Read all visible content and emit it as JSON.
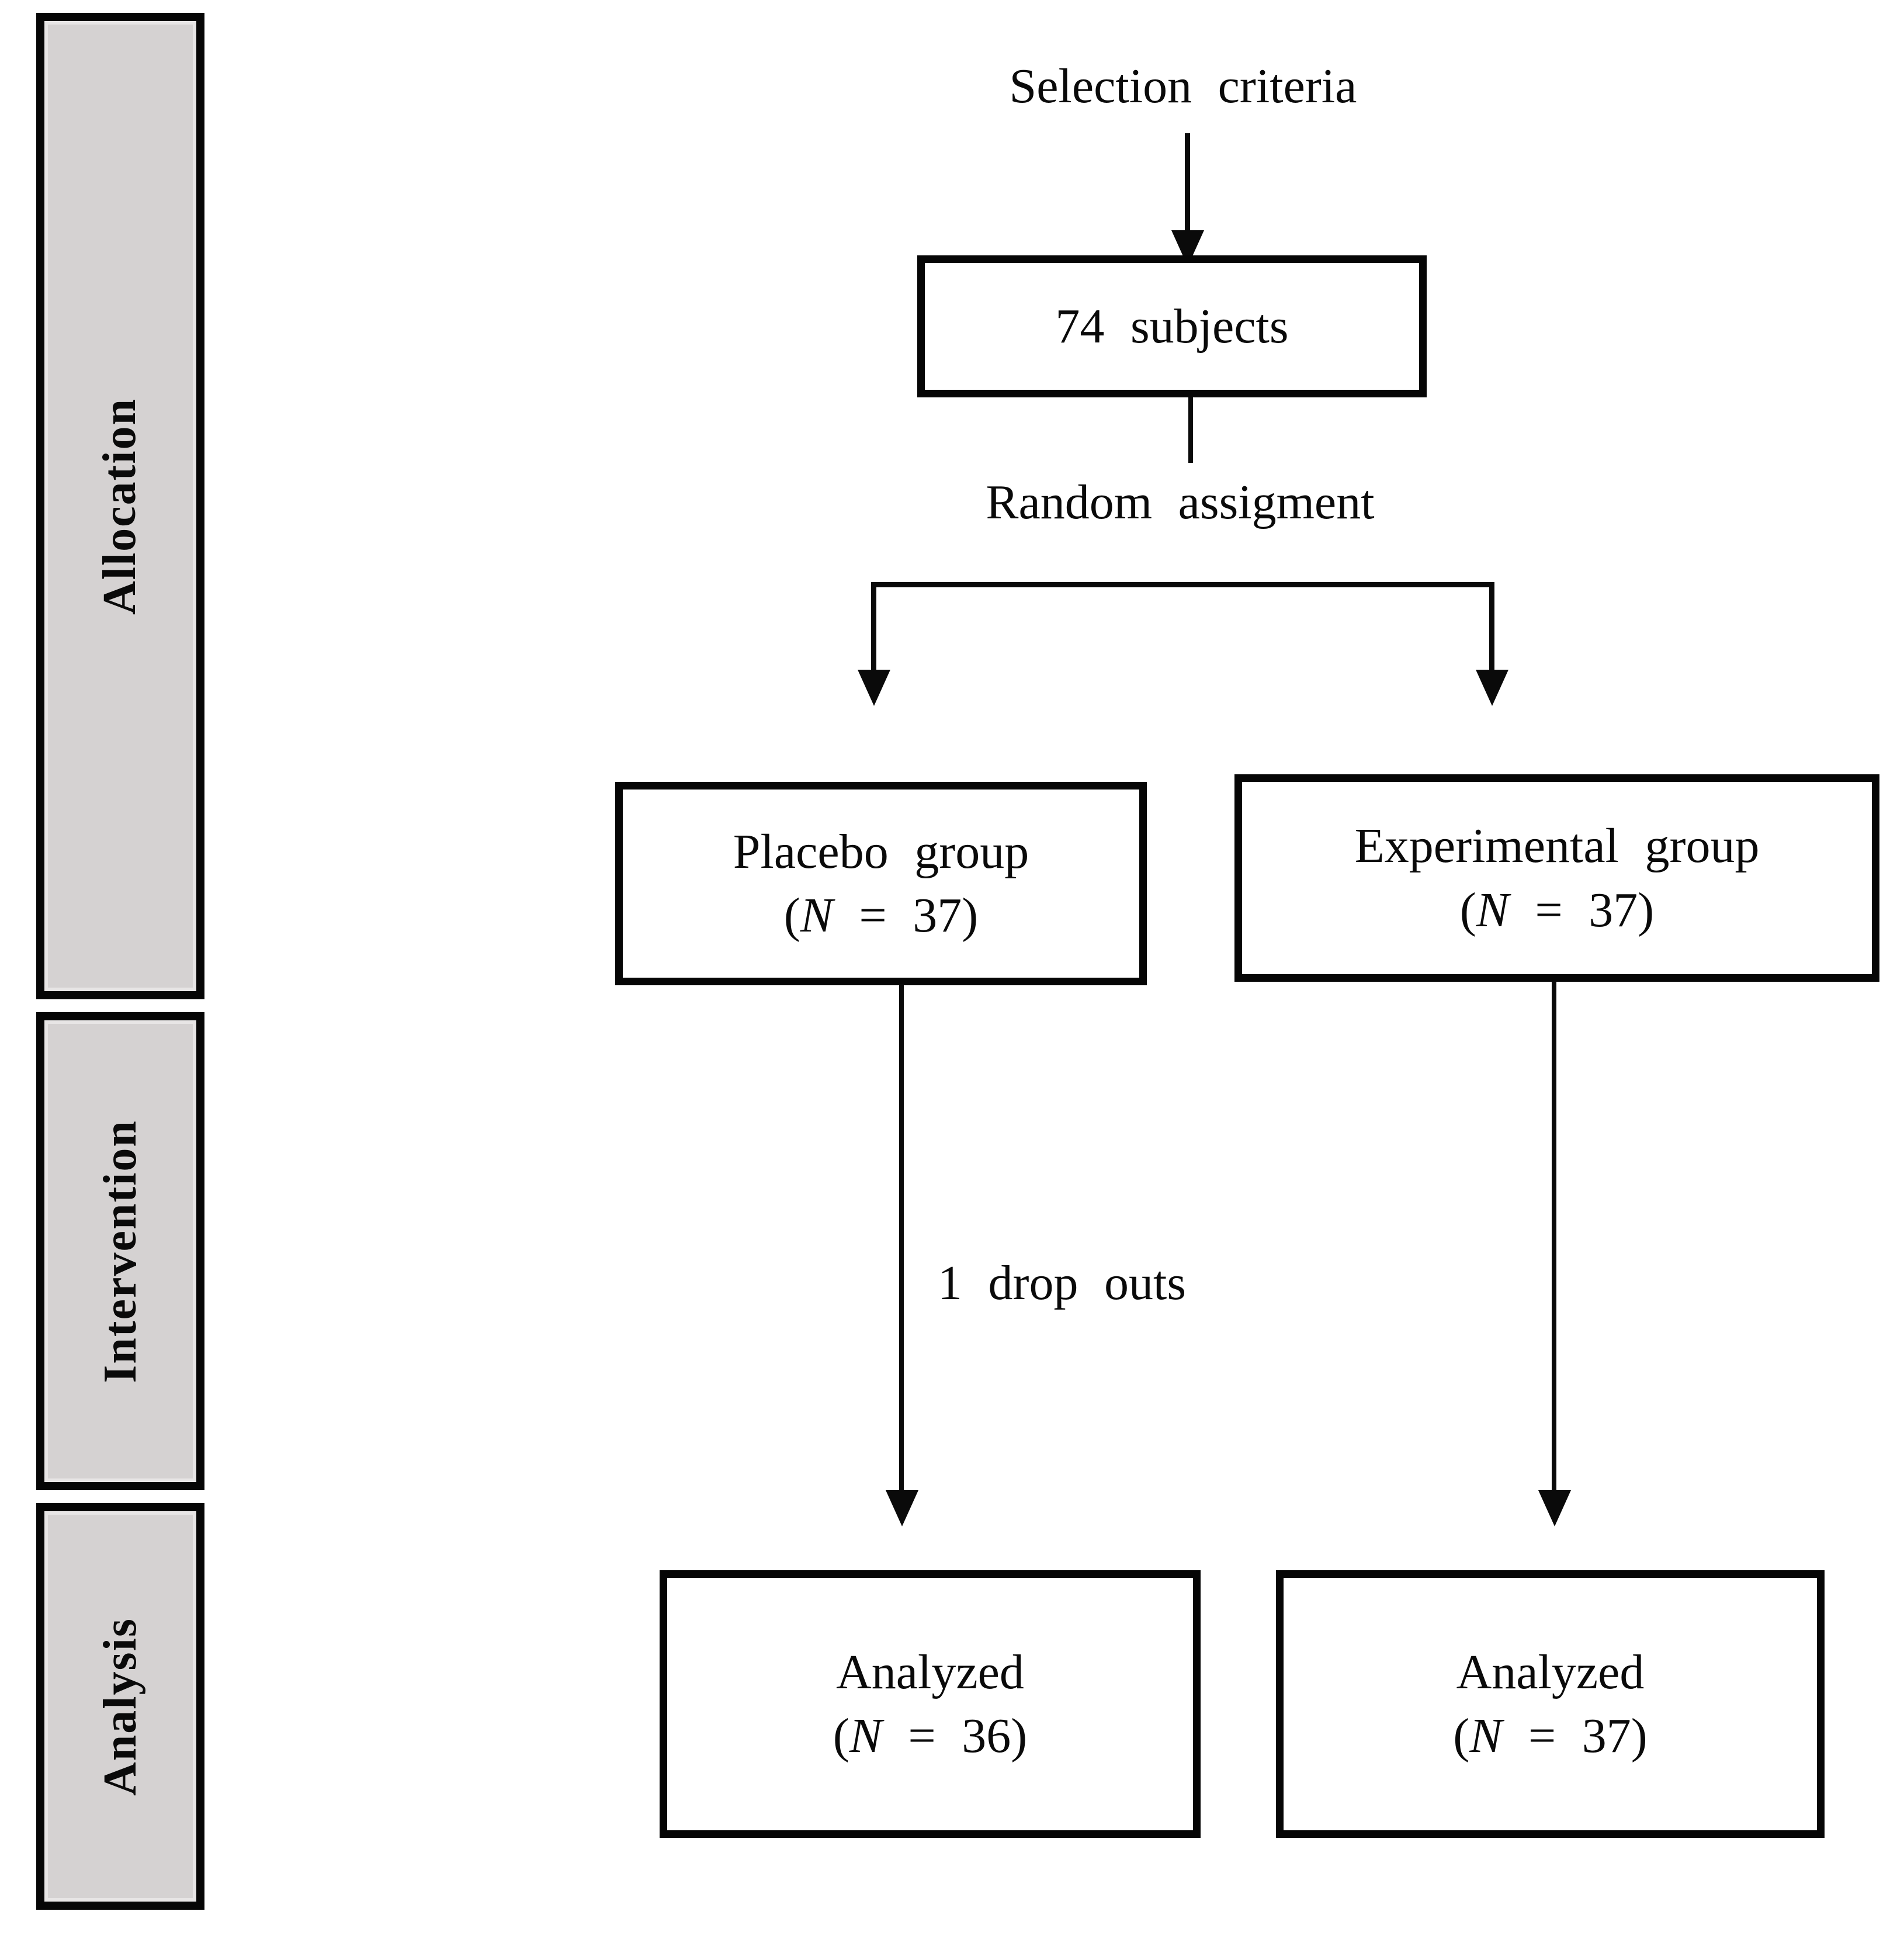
{
  "colors": {
    "background": "#ffffff",
    "box_border": "#060606",
    "sidebar_fill": "#d5d2d2",
    "text": "#0a0a0a"
  },
  "sidebar": {
    "sections": [
      {
        "label": "Allocation"
      },
      {
        "label": "Intervention"
      },
      {
        "label": "Analysis"
      }
    ]
  },
  "flow": {
    "selection_label": "Selection criteria",
    "subjects_box_label": "74 subjects",
    "random_label": "Random assigment",
    "dropout_label": "1 drop outs",
    "placebo": {
      "title": "Placebo group",
      "paren_open": "(",
      "n_symbol": "N",
      "n_rest": " = 37)"
    },
    "experimental": {
      "title": "Experimental group",
      "paren_open": "(",
      "n_symbol": "N",
      "n_rest": " = 37)"
    },
    "analyzed_placebo": {
      "title": "Analyzed",
      "paren_open": "(",
      "n_symbol": "N",
      "n_rest": " = 36)"
    },
    "analyzed_experimental": {
      "title": "Analyzed",
      "paren_open": "(",
      "n_symbol": "N",
      "n_rest": " = 37)"
    }
  }
}
